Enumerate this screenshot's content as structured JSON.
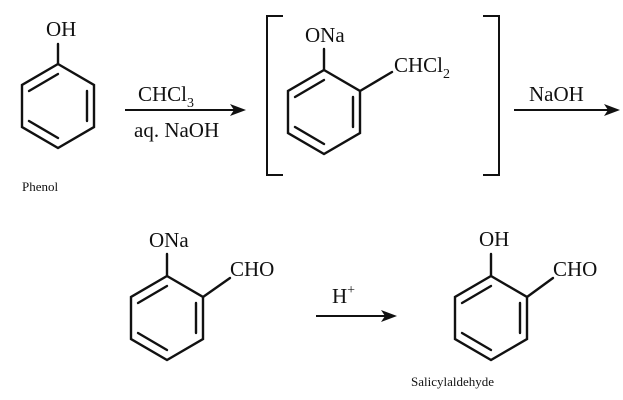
{
  "reaction": {
    "phenol": {
      "substituent": "OH",
      "caption": "Phenol"
    },
    "reagents1": {
      "top": "CHCl",
      "top_sub": "3",
      "bottom": "aq. NaOH"
    },
    "intermediate": {
      "top_group": "ONa",
      "side_group": "CHCl",
      "side_sub": "2"
    },
    "reagents2": {
      "top": "NaOH"
    },
    "aldehyde_salt": {
      "top_group": "ONa",
      "side_group": "CHO"
    },
    "reagents3": {
      "top": "H",
      "top_sup": "+"
    },
    "product": {
      "top_group": "OH",
      "side_group": "CHO",
      "caption": "Salicylaldehyde"
    }
  }
}
